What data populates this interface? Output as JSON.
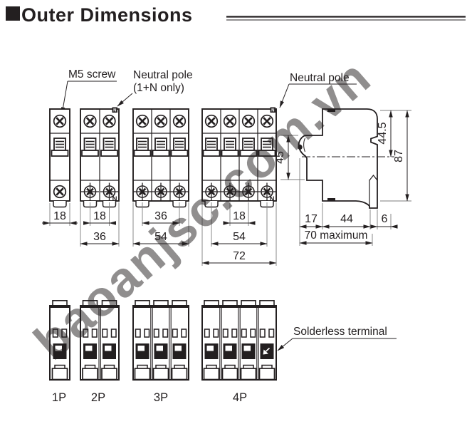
{
  "title": "Outer Dimensions",
  "annotations": {
    "m5_screw": "M5 screw",
    "neutral_pole_line1": "Neutral pole",
    "neutral_pole_line2": "(1+N only)",
    "neutral_pole_right": "Neutral pole",
    "solderless_terminal": "Solderless terminal",
    "neutral_mark": "N"
  },
  "front_dims": {
    "p1_width": "18",
    "p2_pitch": "18",
    "p2_width": "36",
    "p3_span": "36",
    "p3_width": "54",
    "p4_pitch": "18",
    "p4_span": "54",
    "p4_width": "72"
  },
  "side_dims": {
    "front_height": "45",
    "upper_height": "44.5",
    "total_height": "87",
    "handle_depth": "17",
    "body_depth": "44",
    "rear_depth": "6",
    "max_depth": "70 maximum"
  },
  "bottom_labels": {
    "p1": "1P",
    "p2": "2P",
    "p3": "3P",
    "p4": "4P"
  },
  "watermark": {
    "text": "baoanjsc.com.vn",
    "color": "#dd7a87"
  }
}
